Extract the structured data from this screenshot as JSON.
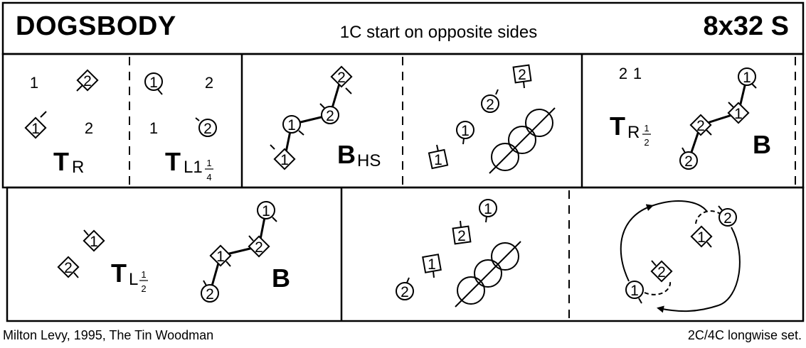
{
  "header": {
    "title": "DOGSBODY",
    "formation": "1C start on opposite sides",
    "meter": "8x32 S"
  },
  "footer": {
    "credit": "Milton Levy, 1995, The Tin Woodman",
    "set_type": "2C/4C longwise set."
  },
  "dancers": {
    "first": "1",
    "second": "2"
  },
  "figures": {
    "turn_right": {
      "main": "T",
      "sub": "R"
    },
    "turn_left_1q": {
      "main": "T",
      "sub": "L1",
      "num": "1",
      "den": "4"
    },
    "balance_half_step": {
      "main": "B",
      "sub": "HS"
    },
    "turn_right_half": {
      "main": "T",
      "sub": "R",
      "num": "1",
      "den": "2"
    },
    "balance_1": {
      "main": "B"
    },
    "turn_left_half": {
      "main": "T",
      "sub": "L",
      "num": "1",
      "den": "2"
    },
    "balance_2": {
      "main": "B"
    }
  }
}
